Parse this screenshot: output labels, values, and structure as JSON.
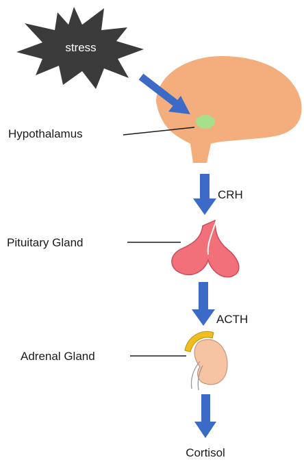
{
  "stress": {
    "label": "stress",
    "color": "#3b3b3b",
    "icon": "starburst-icon"
  },
  "hypothalamus": {
    "label": "Hypothalamus",
    "color": "#f4ad7c",
    "nucleus_color": "#a6e08c",
    "icon": "brain-icon"
  },
  "hormone1": {
    "label": "CRH"
  },
  "pituitary": {
    "label": "Pituitary  Gland",
    "color": "#f2707a",
    "icon": "pituitary-gland-icon"
  },
  "hormone2": {
    "label": "ACTH"
  },
  "adrenal": {
    "label": "Adrenal Gland",
    "color": "#f7c4a3",
    "cap_color": "#f0bf1f",
    "icon": "kidney-icon"
  },
  "output": {
    "label": "Cortisol"
  },
  "colors": {
    "arrow": "#3b6bc6",
    "arrow_stroke": "#2a4f99"
  }
}
